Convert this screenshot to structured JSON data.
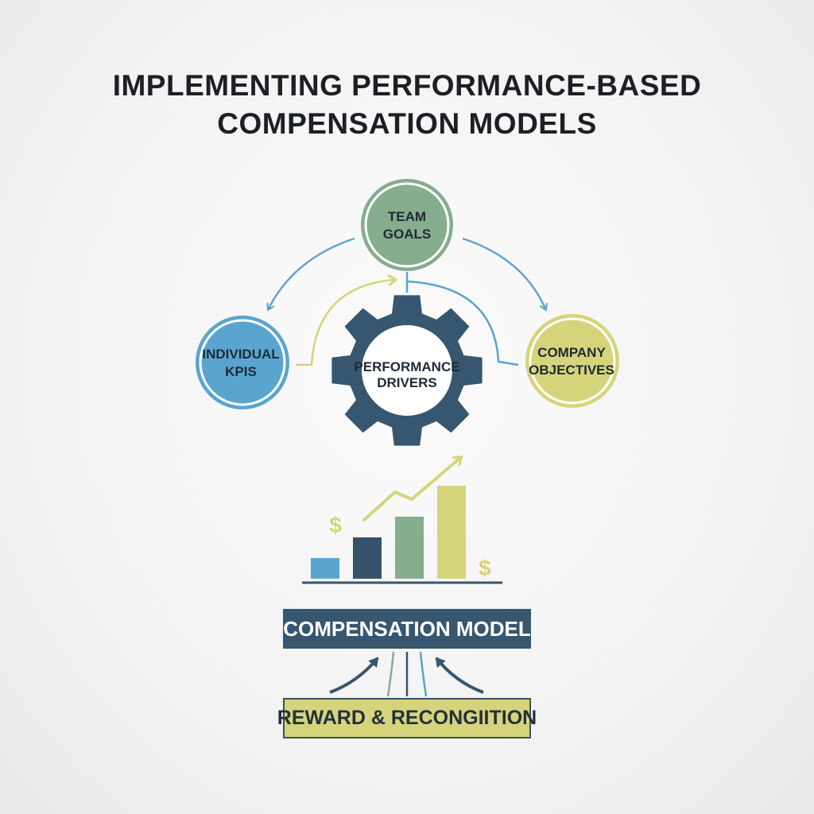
{
  "title": {
    "line1": "IMPLEMENTING PERFORMANCE-BASED",
    "line2": "COMPENSATION MODELS"
  },
  "nodes": {
    "team_goals": {
      "line1": "TEAM",
      "line2": "GOALS"
    },
    "individual_kpis": {
      "line1": "INDIVIDUAL",
      "line2": "KPIS"
    },
    "company_objectives": {
      "line1": "COMPANY",
      "line2": "OBJECTIVES"
    },
    "performance_drivers": {
      "line1": "PERFORMANCE",
      "line2": "DRIVERS"
    }
  },
  "chart": {
    "currency_symbol_left": "$",
    "currency_symbol_right": "$",
    "bars": [
      {
        "value": 1,
        "color": "#5aa5cf"
      },
      {
        "value": 2,
        "color": "#36536e"
      },
      {
        "value": 3,
        "color": "#86ad8d"
      },
      {
        "value": 4.5,
        "color": "#d6d47a"
      }
    ],
    "trend": "upward"
  },
  "compensation_model_label": "COMPENSATION MODEL",
  "reward_label": "REWARD & RECONGIITION",
  "colors": {
    "navy": "#37566f",
    "blue": "#5aa5cf",
    "green": "#86ad8d",
    "yellow": "#d6d47a"
  },
  "icons": [
    "gear-icon",
    "dollar-icon",
    "bar-chart-icon",
    "trend-arrow-icon"
  ]
}
